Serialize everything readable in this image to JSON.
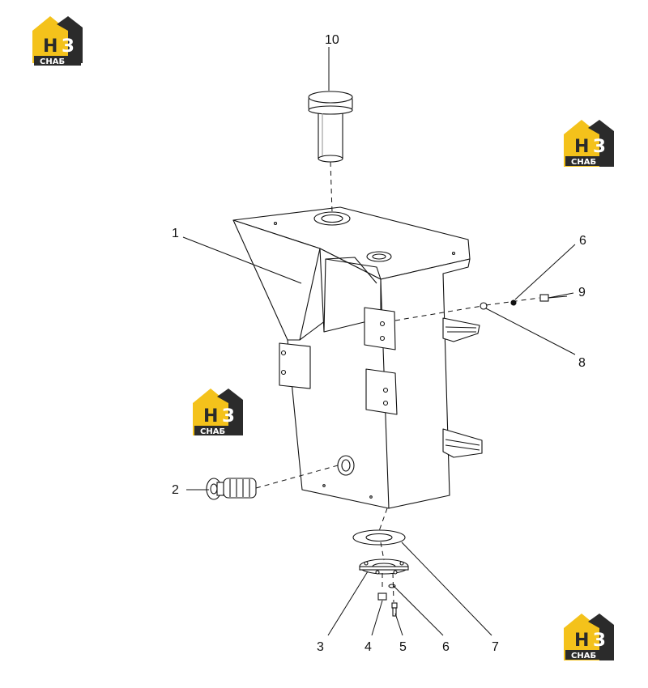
{
  "diagram": {
    "callouts": [
      "10",
      "1",
      "6",
      "9",
      "8",
      "2",
      "3",
      "4",
      "5",
      "6",
      "7"
    ]
  },
  "logo": {
    "letters_left": "Н",
    "letters_right": "З",
    "caption": "СНАБ",
    "colors": {
      "yellow": "#f4c21b",
      "dark": "#2b2b2b",
      "white": "#ffffff"
    }
  }
}
